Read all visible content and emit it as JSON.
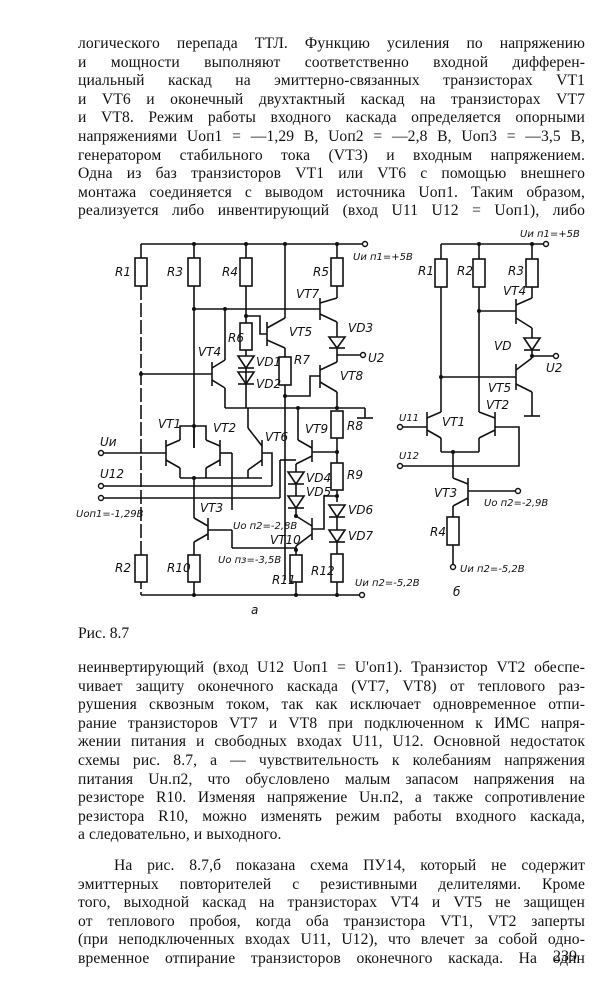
{
  "page": {
    "paragraph1": [
      "логического перепада ТТЛ. Функцию усиления по напряжению",
      "и мощности выполняют соответственно входной дифферен-",
      "циальный каскад на эмиттерно-связанных транзисторах VT1",
      "и VT6 и оконечный двухтактный каскад на транзисторах VT7",
      "и VT8. Режим работы входного каскада определяется опорными",
      "напряжениями Uоп1 = —1,29 В, Uоп2 = —2,8 В, Uоп3 = —3,5 В,",
      "генератором стабильного тока (VT3) и входным напряжением.",
      "Одна из баз транзисторов VT1 или VT6 с помощью внешнего",
      "монтажа соединяется с выводом источника Uоп1. Таким образом,",
      "реализуется либо инвентирующий (вход U11 U12 = Uоп1), либо"
    ],
    "figure_caption": "Рис. 8.7",
    "paragraph2": [
      "неинвертирующий (вход U12 Uоп1 = U'оп1). Транзистор VT2 обеспе-",
      "чивает защиту оконечного каскада (VT7, VT8) от теплового раз-",
      "рушения сквозным током, так как исключает одновременное отпи-",
      "рание транзисторов VT7 и VT8 при подключенном к ИМС напря-",
      "жении питания и свободных входах U11, U12. Основной недостаток",
      "схемы рис. 8.7, а — чувствительность к колебаниям напряжения",
      "питания Uн.п2, что обусловлено малым запасом напряжения на",
      "резисторе R10. Изменяя напряжение Uн.п2, а также сопротивление",
      "резистора R10, можно изменять режим работы входного каскада,",
      "а следовательно, и выходного."
    ],
    "paragraph3": [
      "На рис. 8.7,б показана схема ПУ14, который не содержит",
      "эмиттерных повторителей с резистивными делителями. Кроме",
      "того, выходной каскад на транзисторах VT4 и VT5 не защищен",
      "от теплового пробоя, когда оба транзистора VT1, VT2 заперты",
      "(при неподключенных входах U11, U12), что влечет за собой одно-",
      "временное отпирание транзисторов оконечного каскада. На один"
    ],
    "page_number": "239"
  },
  "figure": {
    "panel_a": {
      "sublabel": "а",
      "resistors": [
        "R1",
        "R3",
        "R4",
        "R5",
        "R6",
        "R7",
        "R8",
        "R9",
        "R2",
        "R10",
        "R11",
        "R12"
      ],
      "transistors": [
        "VT1",
        "VT2",
        "VT3",
        "VT4",
        "VT5",
        "VT6",
        "VT7",
        "VT8",
        "VT9",
        "VT10"
      ],
      "diodes": [
        "VD1",
        "VD2",
        "VD3",
        "VD4",
        "VD5",
        "VD6",
        "VD7"
      ],
      "supply_pos": "Uи п1=+5В",
      "supply_neg": "Uи п2=-5,2В",
      "input1": "Uи",
      "input2": "U12",
      "ref1": "Uоп1=-1,29В",
      "ref2": "Uо п2=-2,8В",
      "ref3": "Uо пз=-3,5В",
      "output": "U2"
    },
    "panel_b": {
      "sublabel": "б",
      "resistors": [
        "R1",
        "R2",
        "R3",
        "R4"
      ],
      "transistors": [
        "VT1",
        "VT2",
        "VT3",
        "VT4",
        "VT5"
      ],
      "diode": "VD",
      "supply_pos": "Uи п1=+5В",
      "supply_neg": "Uи п2=-5,2В",
      "input1": "U11",
      "input2": "U12",
      "ref2": "Uо п2=-2,9В",
      "output": "U2"
    }
  }
}
